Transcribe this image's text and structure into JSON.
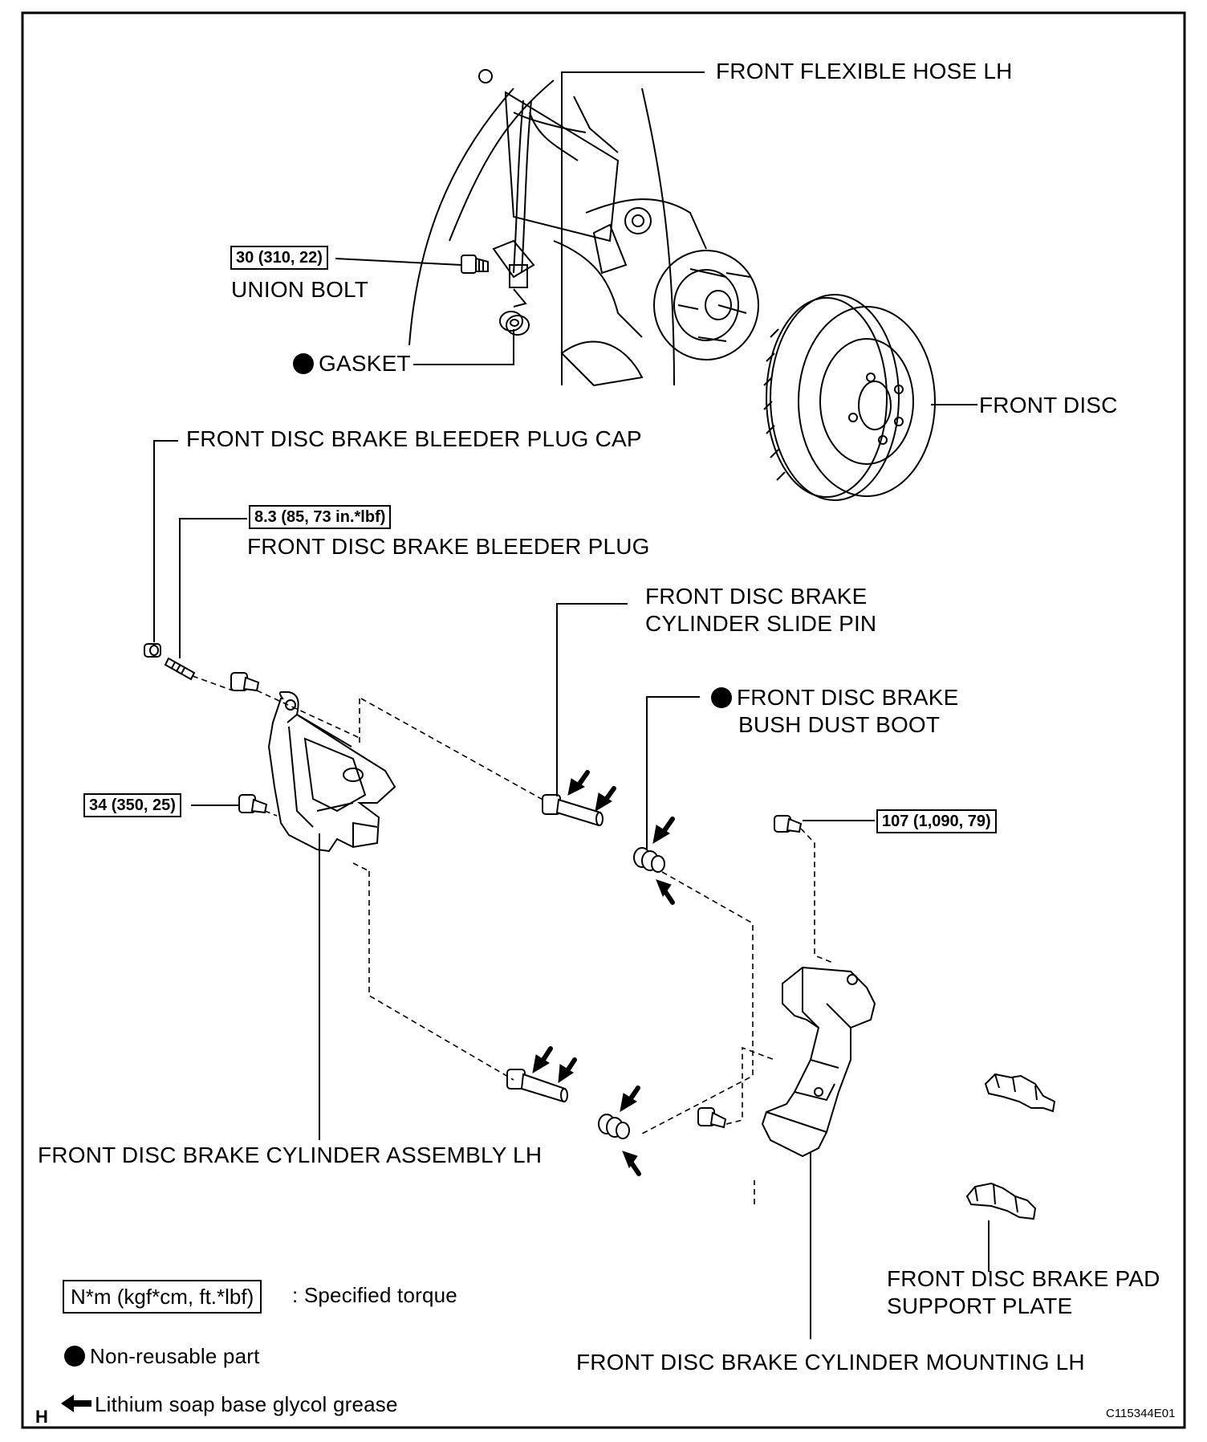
{
  "labels": {
    "hose": "FRONT FLEXIBLE HOSE LH",
    "union_bolt": "UNION BOLT",
    "gasket": "GASKET",
    "front_disc": "FRONT DISC",
    "bleeder_cap": "FRONT DISC BRAKE BLEEDER PLUG CAP",
    "bleeder_plug": "FRONT DISC BRAKE BLEEDER PLUG",
    "slide_pin_1": "FRONT DISC BRAKE",
    "slide_pin_2": "CYLINDER SLIDE PIN",
    "dust_boot_1": "FRONT DISC BRAKE",
    "dust_boot_2": "BUSH DUST BOOT",
    "cylinder_assembly": "FRONT DISC BRAKE CYLINDER ASSEMBLY LH",
    "pad_plate_1": "FRONT DISC BRAKE PAD",
    "pad_plate_2": "SUPPORT PLATE",
    "mounting": "FRONT DISC BRAKE CYLINDER MOUNTING LH"
  },
  "torques": {
    "union_bolt": "30 (310, 22)",
    "bleeder_plug": "8.3 (85, 73 in.*lbf)",
    "cylinder": "34 (350, 25)",
    "mounting": "107 (1,090, 79)"
  },
  "legend": {
    "torque_unit": "N*m (kgf*cm, ft.*lbf)",
    "torque_desc": ": Specified torque",
    "non_reusable": "Non-reusable part",
    "grease": "Lithium soap base glycol grease"
  },
  "corner_mark": "H",
  "figure_code": "C115344E01"
}
